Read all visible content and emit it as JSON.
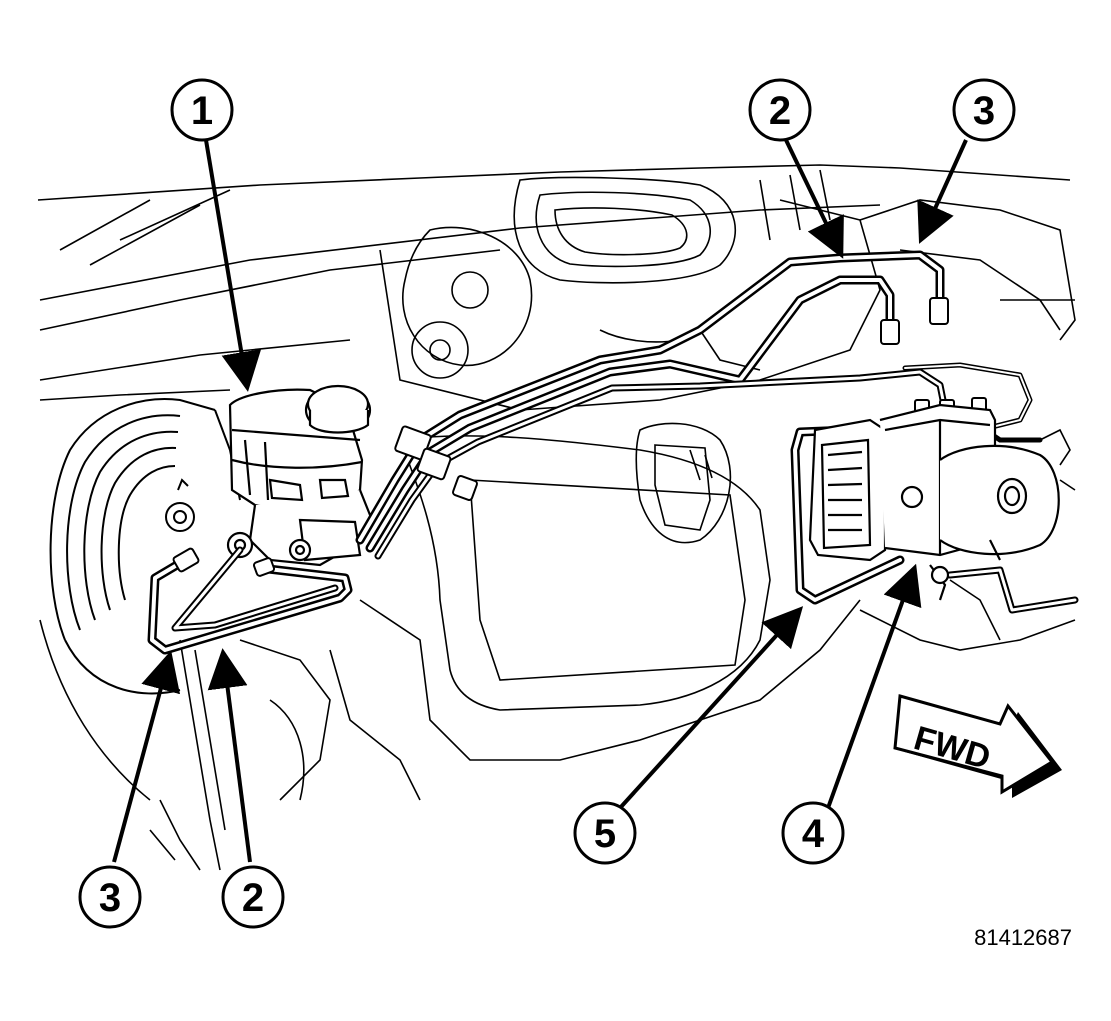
{
  "callouts": [
    {
      "label": "1"
    },
    {
      "label": "2"
    },
    {
      "label": "3"
    },
    {
      "label": "3"
    },
    {
      "label": "2"
    },
    {
      "label": "5"
    },
    {
      "label": "4"
    }
  ],
  "direction_label": "FWD",
  "part_number": "81412687",
  "colors": {
    "ink": "#000000",
    "paper": "#ffffff",
    "faint": "#888888"
  }
}
